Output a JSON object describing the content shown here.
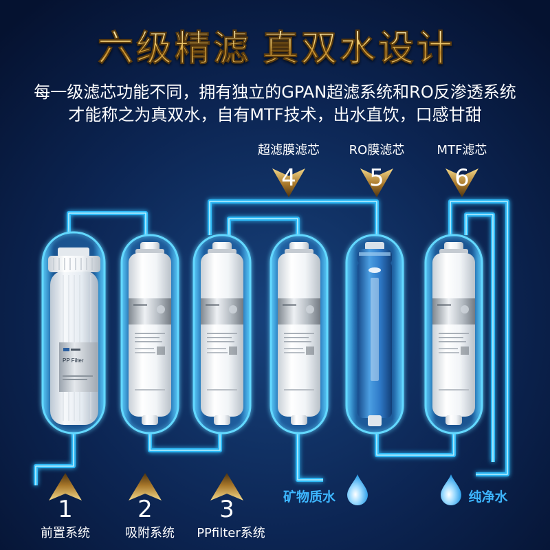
{
  "title": {
    "left": "六级精滤",
    "right": "真双水设计"
  },
  "subtitle": {
    "line1": "每一级滤芯功能不同，拥有独立的GPAN超滤系统和RO反渗透系统",
    "line2": "才能称之为真双水，自有MTF技术，出水直饮，口感甘甜"
  },
  "top_stages": [
    {
      "number": "4",
      "label": "超滤膜滤芯"
    },
    {
      "number": "5",
      "label": "RO膜滤芯"
    },
    {
      "number": "6",
      "label": "MTF滤芯"
    }
  ],
  "bottom_stages": [
    {
      "number": "1",
      "label": "前置系统"
    },
    {
      "number": "2",
      "label": "吸附系统"
    },
    {
      "number": "3",
      "label": "PPfilter系统"
    }
  ],
  "outputs": {
    "mineral_water": "矿物质水",
    "pure_water": "纯净水"
  },
  "cartridge_labels": {
    "pp_housing": "PP Filter"
  },
  "icons": {
    "stage_arrow_top": "arrow-down-icon",
    "stage_arrow_bottom": "arrow-up-icon",
    "output": "water-drop-icon"
  },
  "colors": {
    "background": "#0b2351",
    "title_gold": "#e9bd5a",
    "pipe": "#2fb8f5",
    "output_text": "#3db6ff",
    "ro_membrane": "#2f7ac8"
  }
}
